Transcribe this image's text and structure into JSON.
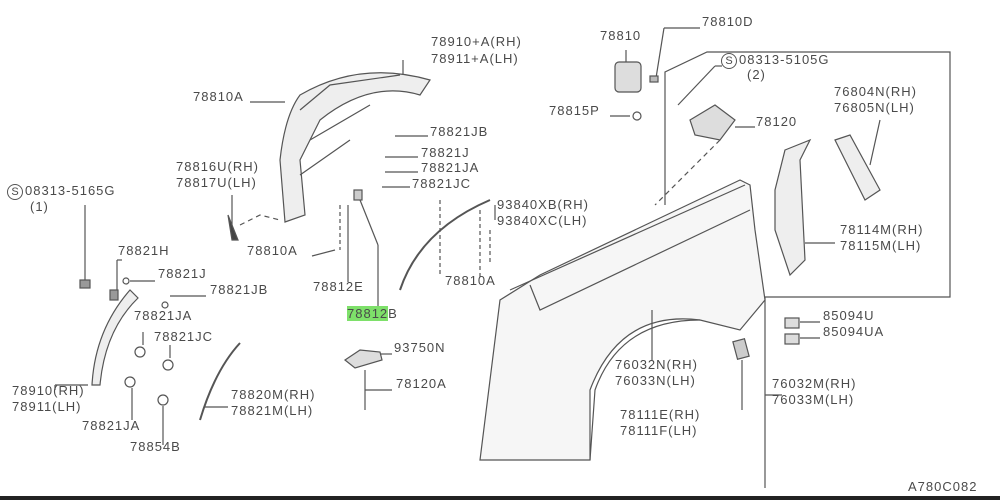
{
  "diagram_code": "A780C082",
  "highlight_color": "#7ee06a",
  "labels": {
    "p78910a_rh": "78910+A(RH)",
    "p78911a_lh": "78911+A(LH)",
    "p78810": "78810",
    "p78810d": "78810D",
    "s5105g": "08313-5105G",
    "s5105g_qty": "(2)",
    "p78810a_top": "78810A",
    "p76804n": "76804N(RH)",
    "p76805n": "76805N(LH)",
    "p78815p": "78815P",
    "p78821jb_top": "78821JB",
    "p78120": "78120",
    "p78821j_top": "78821J",
    "p78821ja_top": "78821JA",
    "p78821jc_top": "78821JC",
    "p78816u": "78816U(RH)",
    "p78817u": "78817U(LH)",
    "s5165g": "08313-5165G",
    "s5165g_qty": "(1)",
    "p93840xb": "93840XB(RH)",
    "p93840xc": "93840XC(LH)",
    "p78114m": "78114M(RH)",
    "p78115m": "78115M(LH)",
    "p78810a_mid": "78810A",
    "p78821h": "78821H",
    "p78821j_low": "78821J",
    "p78821jb_low": "78821JB",
    "p78812e": "78812E",
    "p78810a_right": "78810A",
    "p78812b_hl": "78812",
    "p78812b_tail": "B",
    "p85094u": "85094U",
    "p85094ua": "85094UA",
    "p78821ja_mid": "78821JA",
    "p78821jc_low": "78821JC",
    "p93750n": "93750N",
    "p76032n": "76032N(RH)",
    "p76033n": "76033N(LH)",
    "p78120a": "78120A",
    "p76032m": "76032M(RH)",
    "p76033m": "76033M(LH)",
    "p78910": "78910(RH)",
    "p78911": "78911(LH)",
    "p78820m": "78820M(RH)",
    "p78821m": "78821M(LH)",
    "p78111e": "78111E(RH)",
    "p78111f": "78111F(LH)",
    "p78821ja_low": "78821JA",
    "p78854b": "78854B"
  }
}
